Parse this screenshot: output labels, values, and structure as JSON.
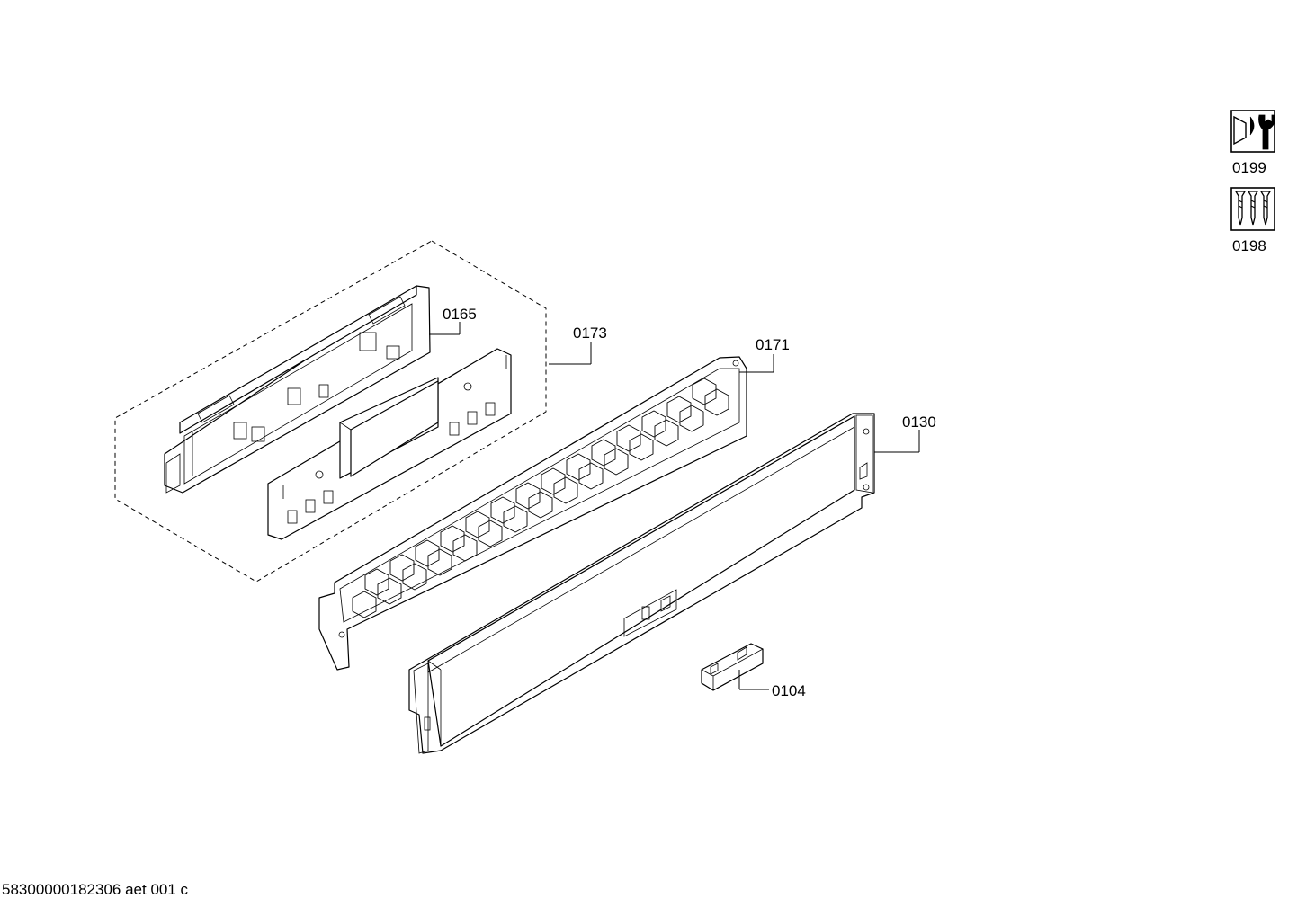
{
  "parts": {
    "p0165": "0165",
    "p0173": "0173",
    "p0171": "0171",
    "p0130": "0130",
    "p0104": "0104"
  },
  "accessories": [
    {
      "label": "0199",
      "icon": "wrench-nut-icon"
    },
    {
      "label": "0198",
      "icon": "screws-icon"
    }
  ],
  "footer": "58300000182306 aet 001 c"
}
